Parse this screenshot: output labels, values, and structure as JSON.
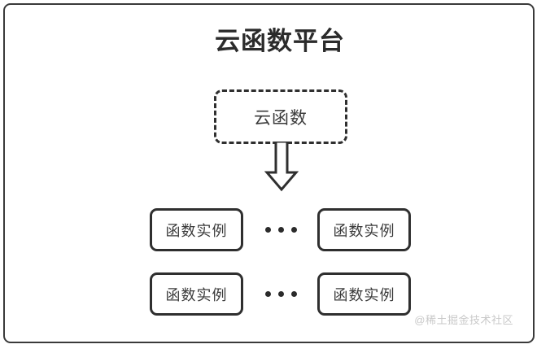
{
  "diagram": {
    "title": "云函数平台",
    "root_node": {
      "label": "云函数",
      "style": "dashed-rounded-rect"
    },
    "arrow": {
      "icon": "down-arrow-outline",
      "direction": "down"
    },
    "rows": [
      {
        "left": {
          "label": "函数实例"
        },
        "separator": "…",
        "right": {
          "label": "函数实例"
        }
      },
      {
        "left": {
          "label": "函数实例"
        },
        "separator": "…",
        "right": {
          "label": "函数实例"
        }
      }
    ],
    "watermark": "@稀土掘金技术社区",
    "colors": {
      "frame_border": "#3a3a3a",
      "node_border": "#2f2f2f",
      "title_text": "#2b2b2b",
      "node_text": "#3b3b3b",
      "watermark_text": "#c9c9c9",
      "background": "#ffffff"
    }
  }
}
